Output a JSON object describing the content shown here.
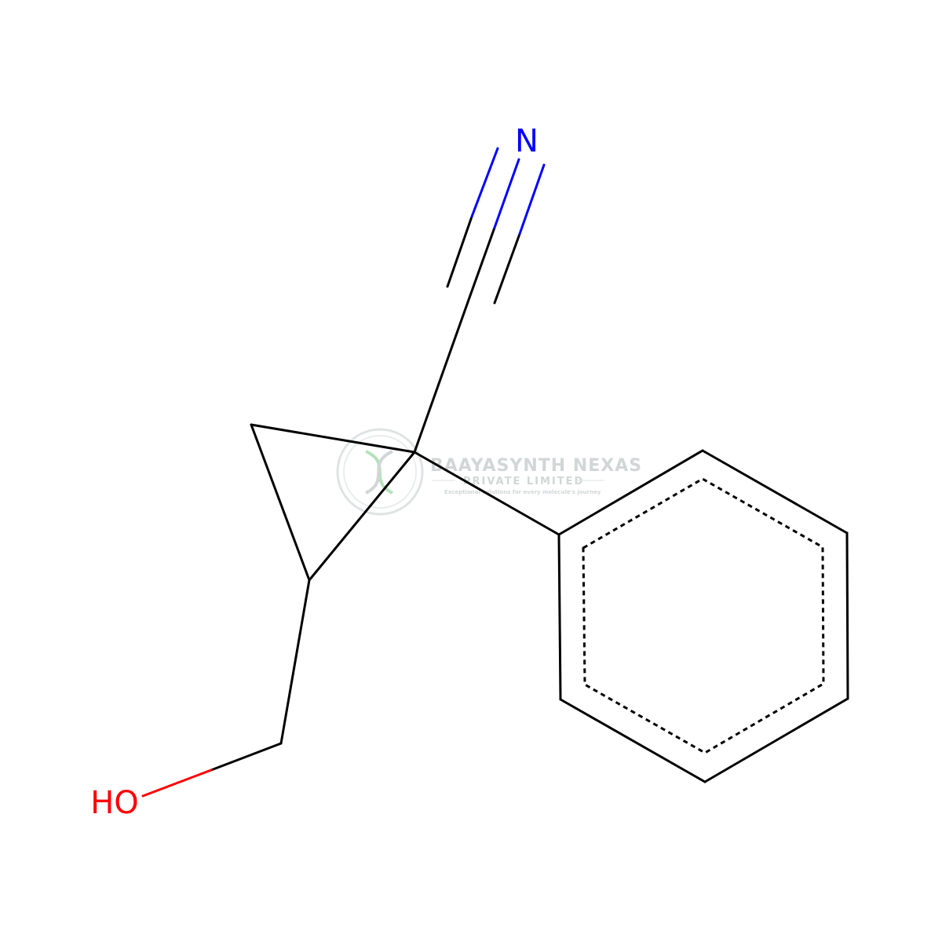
{
  "molecule": {
    "atoms": {
      "nitrogen": {
        "symbol": "N",
        "color": "#0000ff"
      },
      "hydroxyl": {
        "symbol": "HO",
        "color": "#ff0000"
      }
    },
    "bond_color": "#000000"
  },
  "watermark": {
    "title": "BAAYASYNTH NEXAS",
    "subtitle": "PRIVATE LIMITED",
    "tagline": "Exceptional solutions for every molecule's journey",
    "color": "#9aa5a8",
    "logo_accent": "#5bbf6a"
  }
}
